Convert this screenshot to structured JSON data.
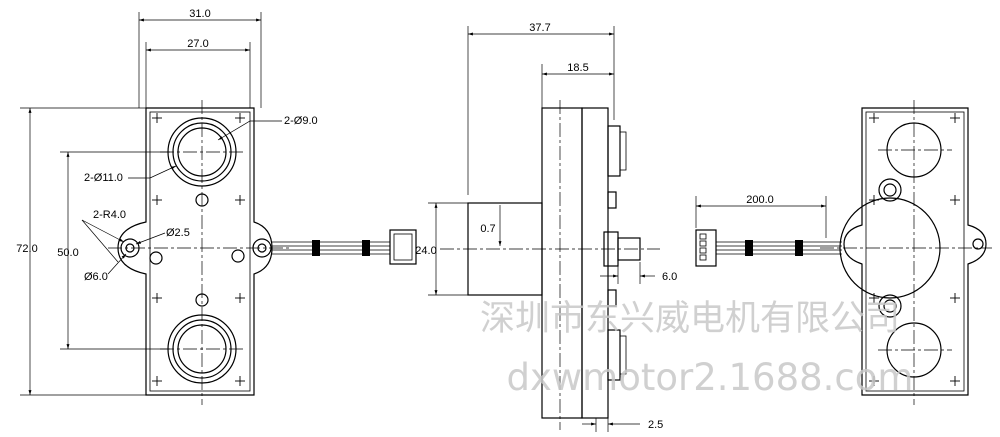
{
  "front_view": {
    "dims": {
      "overall_width": "31.0",
      "hole_spacing": "27.0",
      "overall_height": "72.0",
      "mount_spacing": "50.0",
      "bore_dia": "2-Ø9.0",
      "boss_dia": "2-Ø11.0",
      "ear_radius": "2-R4.0",
      "pin_hole": "Ø2.5",
      "ear_hole": "Ø6.0"
    }
  },
  "side_view": {
    "dims": {
      "overall_depth": "37.7",
      "body_depth": "18.5",
      "cylinder_dia": "24.0",
      "offset": "0.7",
      "shaft_len": "6.0",
      "flange": "2.5"
    }
  },
  "rear_view": {
    "dims": {
      "cable_length": "200.0"
    }
  },
  "watermark": {
    "company": "深圳市东兴威电机有限公司",
    "site": "dxwmotor2.1688.com"
  }
}
